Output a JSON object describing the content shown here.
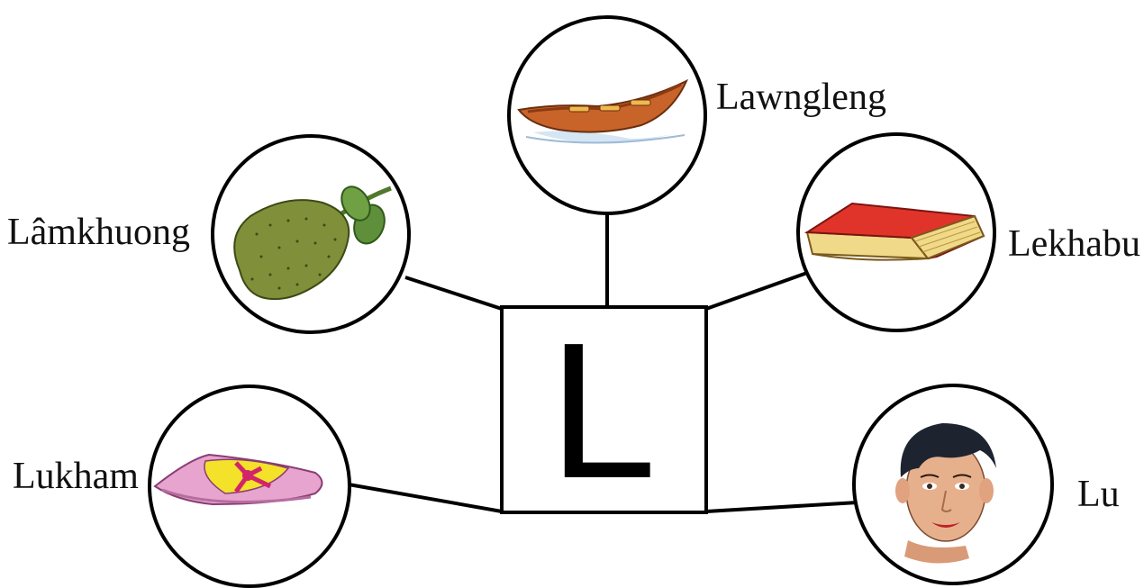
{
  "center_letter": "L",
  "words": {
    "boat": "Lawngleng",
    "jackfruit": "Lâmkhuong",
    "book": "Lekhabu",
    "pillow": "Lukham",
    "face": "Lu"
  },
  "icons": {
    "boat": "boat-illustration",
    "jackfruit": "jackfruit-illustration",
    "book": "book-illustration",
    "pillow": "pillow-illustration",
    "face": "face-illustration"
  },
  "colors": {
    "line": "#000000",
    "boat_hull": "#c8642a",
    "jackfruit": "#7f8f3a",
    "leaf": "#5f8f3a",
    "book_cover": "#e0342a",
    "book_pages": "#f1d98a",
    "pillow": "#e6a4cf",
    "pillow_pattern": "#f3e12a",
    "skin": "#e7b08d",
    "hair": "#1d2430"
  }
}
